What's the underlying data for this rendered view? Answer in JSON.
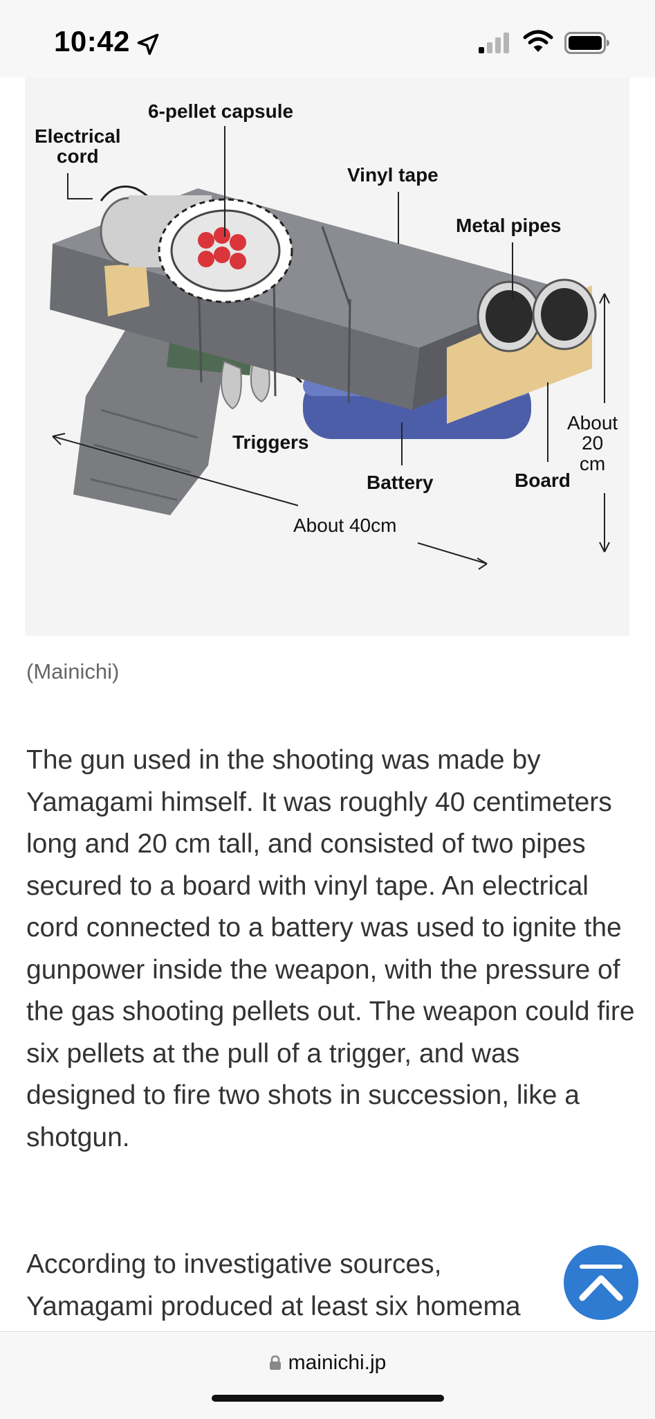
{
  "status_bar": {
    "time": "10:42"
  },
  "figure": {
    "labels": {
      "pellet_capsule": "6-pellet capsule",
      "electrical_line1": "Electrical",
      "electrical_line2": "cord",
      "vinyl_tape": "Vinyl tape",
      "metal_pipes": "Metal pipes",
      "triggers": "Triggers",
      "battery": "Battery",
      "board": "Board",
      "about": "About",
      "twenty": "20",
      "cm": "cm",
      "length": "About 40cm"
    }
  },
  "caption": "(Mainichi)",
  "article": {
    "paragraph1": "The gun used in the shooting was made by Yamagami himself. It was roughly 40 centimeters long and 20 cm tall, and consisted of two pipes secured to a board with vinyl tape. An electrical cord connected to a battery was used to ignite the gunpower inside the weapon, with the pressure of the gas shooting pellets out. The weapon could fire six pellets at the pull of a trigger, and was designed to fire two shots in succession, like a shotgun.",
    "paragraph2_line1": "According to investigative sources,",
    "paragraph2_line2": "Yamagami produced at least six homema"
  },
  "browser": {
    "url": "mainichi.jp"
  },
  "colors": {
    "accent": "#2e7bd1",
    "tape": "#6b6d72",
    "board": "#e5c98f",
    "battery": "#4d5ea8",
    "pellets": "#d9353a"
  }
}
